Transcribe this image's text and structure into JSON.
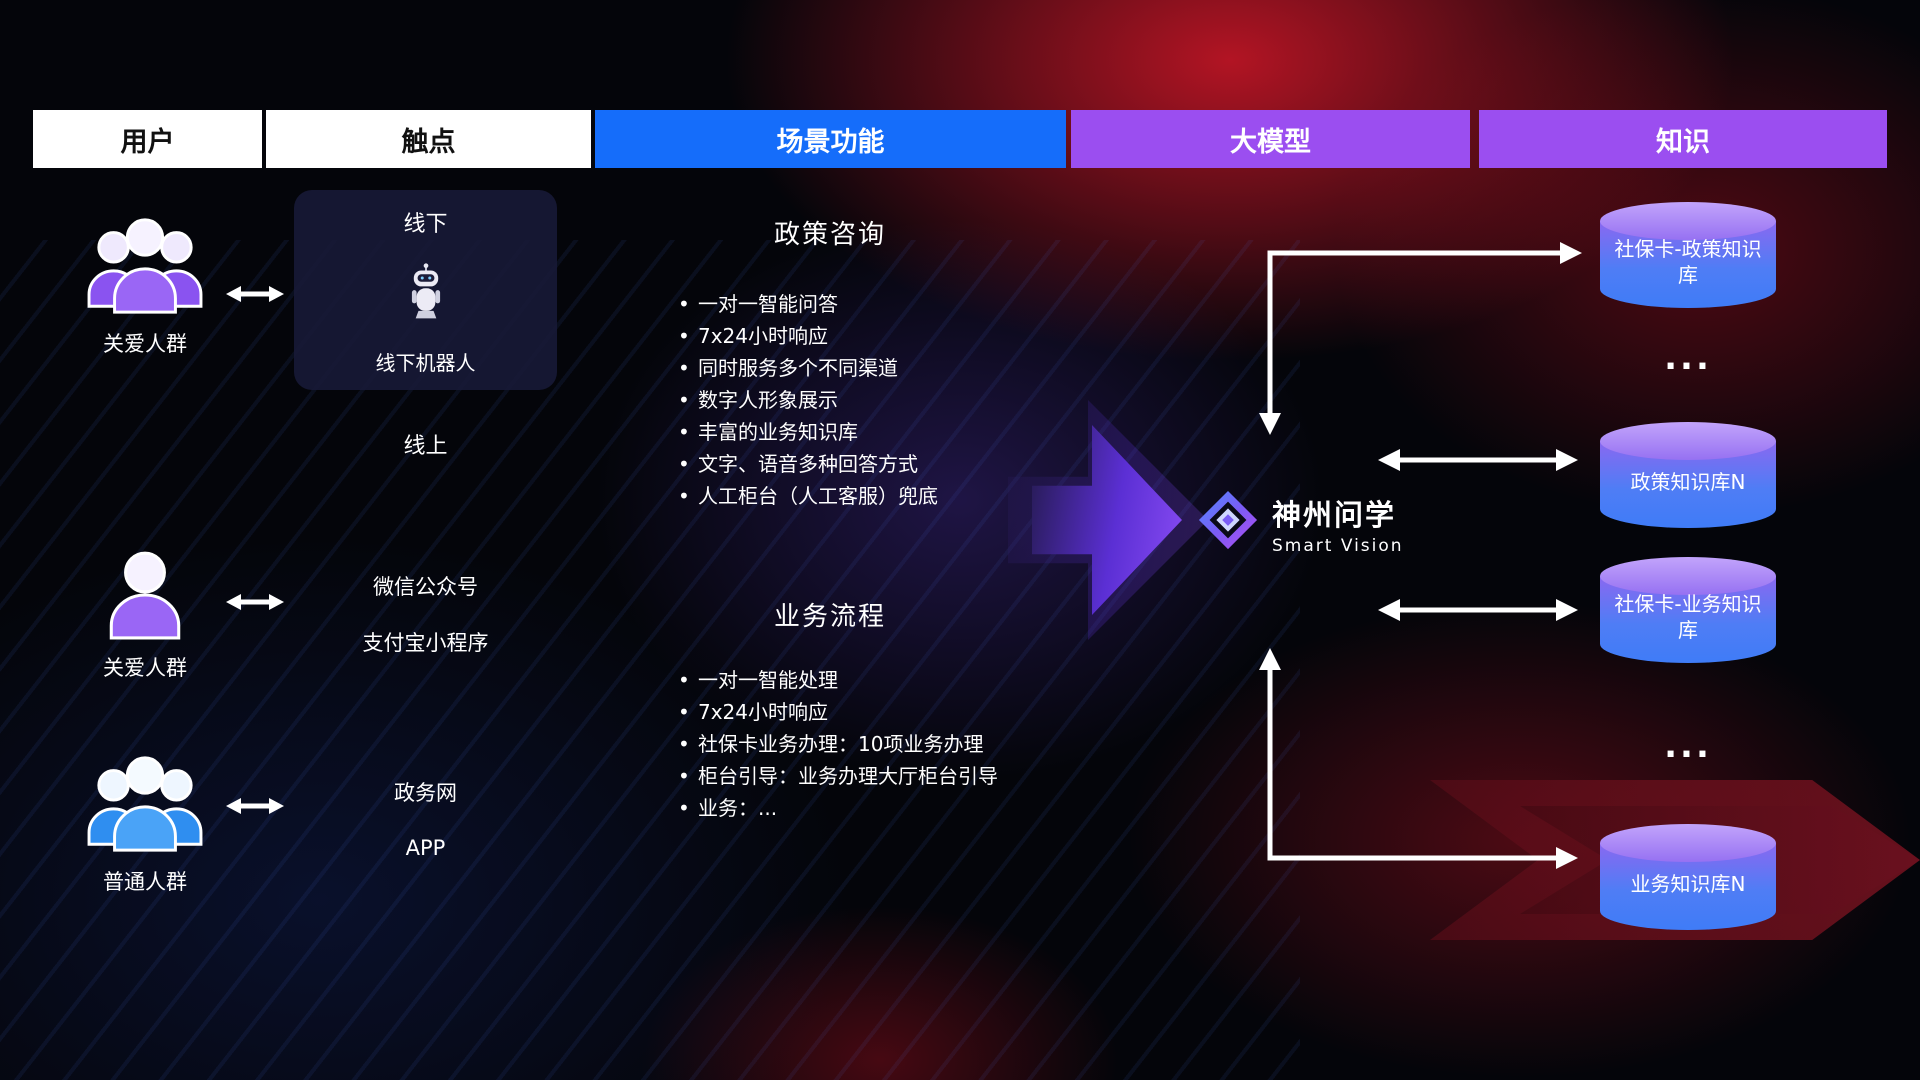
{
  "header": {
    "col_user": "用户",
    "col_touchpoint": "触点",
    "col_scenario": "场景功能",
    "col_model": "大模型",
    "col_knowledge": "知识"
  },
  "users": [
    {
      "label": "关爱人群",
      "icon": "people-group-icon",
      "color": "#9a66f5"
    },
    {
      "label": "关爱人群",
      "icon": "person-icon",
      "color": "#9a66f5"
    },
    {
      "label": "普通人群",
      "icon": "people-group-icon",
      "color": "#4aa3f7"
    }
  ],
  "touchpoints": {
    "offline_title": "线下",
    "offline_robot": "线下机器人",
    "online_title": "线上",
    "channel_wechat": "微信公众号",
    "channel_alipay": "支付宝小程序",
    "channel_gov": "政务网",
    "channel_app": "APP"
  },
  "scenario": {
    "policy": {
      "title": "政策咨询",
      "items": [
        "一对一智能问答",
        "7x24小时响应",
        "同时服务多个不同渠道",
        "数字人形象展示",
        "丰富的业务知识库",
        "文字、语音多种回答方式",
        "人工柜台（人工客服）兜底"
      ]
    },
    "business": {
      "title": "业务流程",
      "items": [
        "一对一智能处理",
        "7x24小时响应",
        "社保卡业务办理：10项业务办理",
        "柜台引导：业务办理大厅柜台引导",
        "业务：..."
      ]
    }
  },
  "model": {
    "name": "神州问学",
    "subtitle": "Smart Vision"
  },
  "knowledge": {
    "db1": "社保卡-政策知识库",
    "dots1": "...",
    "db2": "政策知识库N",
    "db3": "社保卡-业务知识库",
    "dots2": "...",
    "db4": "业务知识库N"
  },
  "colors": {
    "header_blue": "#156dfa",
    "header_purple": "#9b4ef0",
    "cylinder_top": "#b79af8",
    "cylinder_body_blue": "#3f7cf7",
    "arrow_purple": "#5b2fd4",
    "glow_red": "#de182a",
    "text_white": "#ffffff"
  }
}
